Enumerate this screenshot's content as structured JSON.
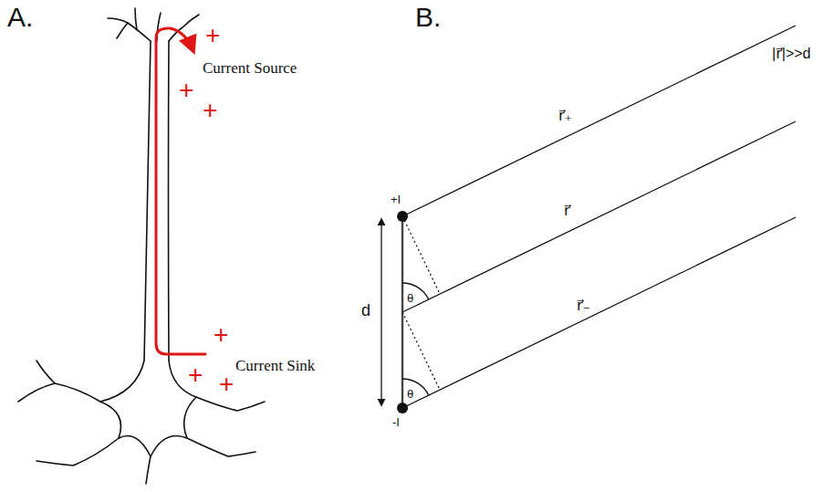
{
  "diagram": {
    "labels": [
      "A.",
      "+",
      "Current Source",
      "+",
      "+",
      "+",
      "Current Sink",
      "+",
      "+",
      "B.",
      "|r⃗|>>d",
      "+I",
      "r⃗₊",
      "θ",
      "d",
      "r⃗",
      "θ",
      "r⃗₋",
      "-I"
    ]
  }
}
